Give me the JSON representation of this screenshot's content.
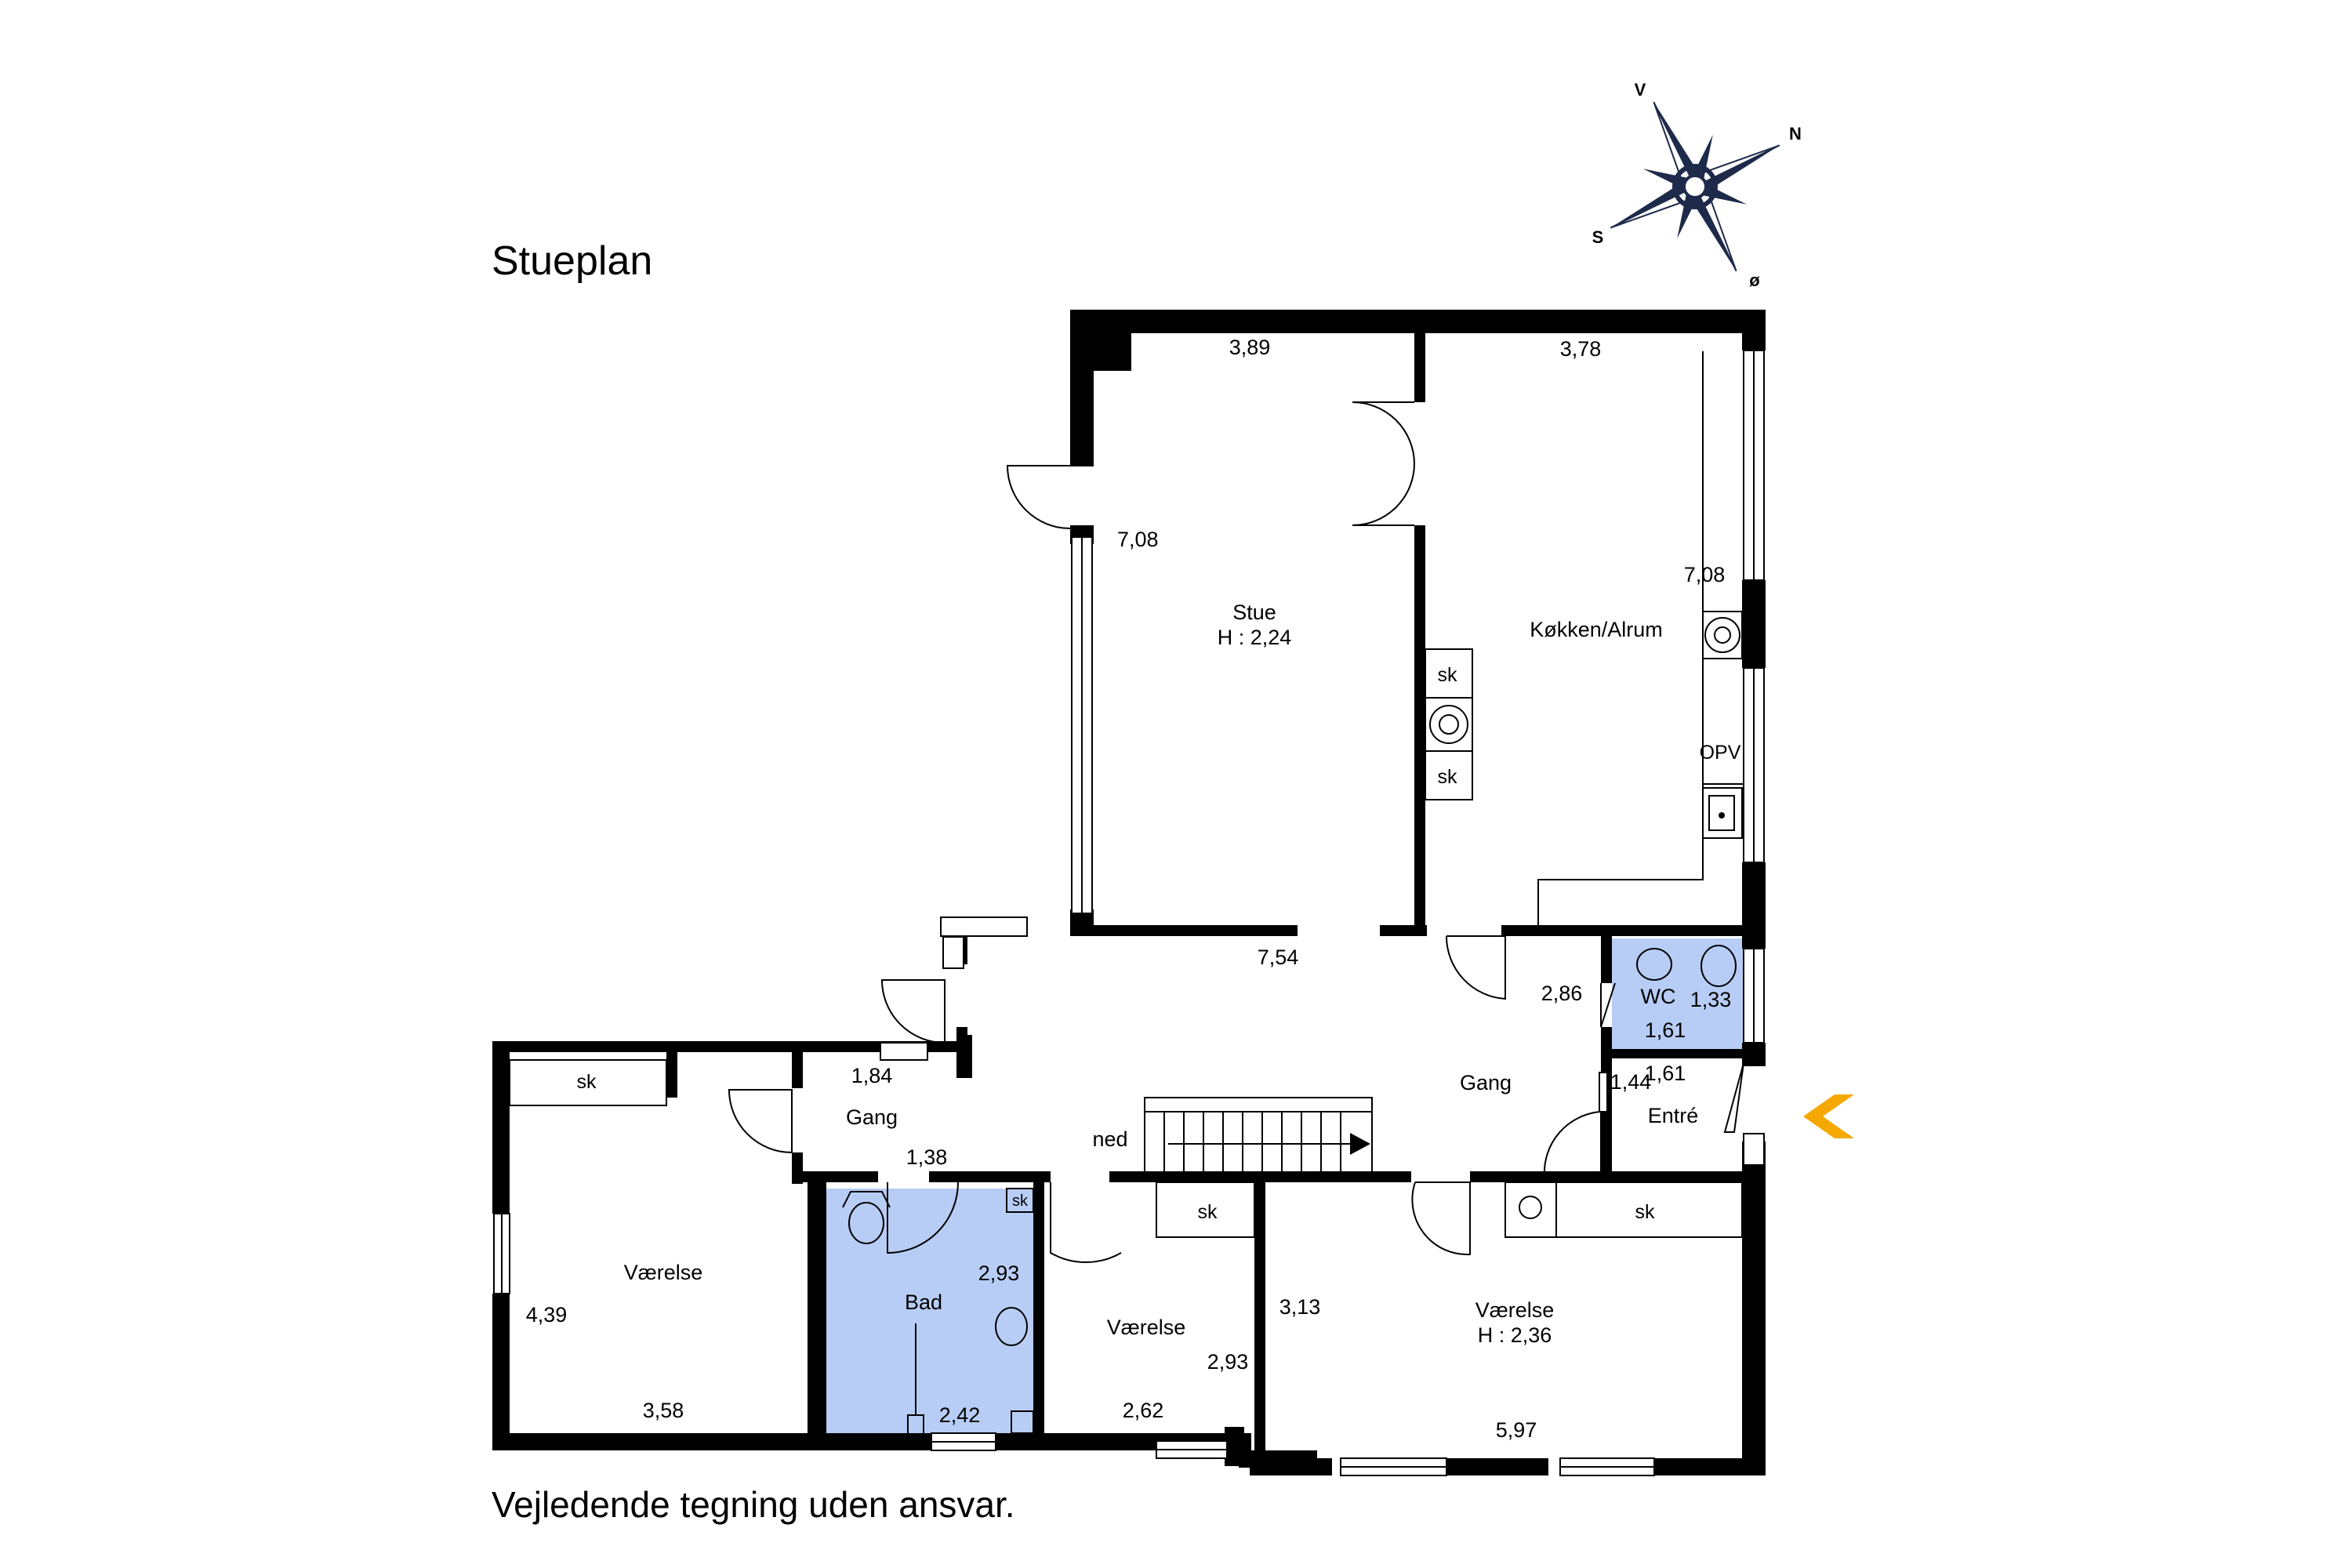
{
  "title": "Stueplan",
  "footer": "Vejledende tegning uden ansvar.",
  "compass": {
    "n": "N",
    "s": "S",
    "v": "V",
    "o": "ø"
  },
  "rooms": {
    "stue": {
      "name": "Stue",
      "height": "H : 2,24",
      "width": "3,89",
      "length": "7,08"
    },
    "koekken": {
      "name": "Køkken/Alrum",
      "width": "3,78",
      "length": "7,08"
    },
    "gang_main": {
      "name": "Gang",
      "width": "7,54",
      "length": "2,86"
    },
    "wc": {
      "name": "WC",
      "width": "1,33",
      "length": "1,61"
    },
    "entre": {
      "name": "Entré",
      "width": "1,61",
      "length": "1,44"
    },
    "gang_left": {
      "name": "Gang",
      "width": "1,84",
      "length": "1,38"
    },
    "vaerelse_left": {
      "name": "Værelse",
      "width": "3,58",
      "length": "4,39"
    },
    "bad": {
      "name": "Bad",
      "width": "2,42",
      "length": "2,93"
    },
    "vaerelse_mid": {
      "name": "Værelse",
      "width": "2,62",
      "length": "2,93"
    },
    "vaerelse_right": {
      "name": "Værelse",
      "height": "H : 2,36",
      "width": "5,97",
      "length": "3,13"
    }
  },
  "fixtures": {
    "sk": "sk",
    "opv": "OPV",
    "ned": "ned"
  },
  "colors": {
    "wall": "#000000",
    "wet_room": "#b8cdf5",
    "entrance_marker": "#f5a800",
    "compass": "#1e2a4a"
  }
}
